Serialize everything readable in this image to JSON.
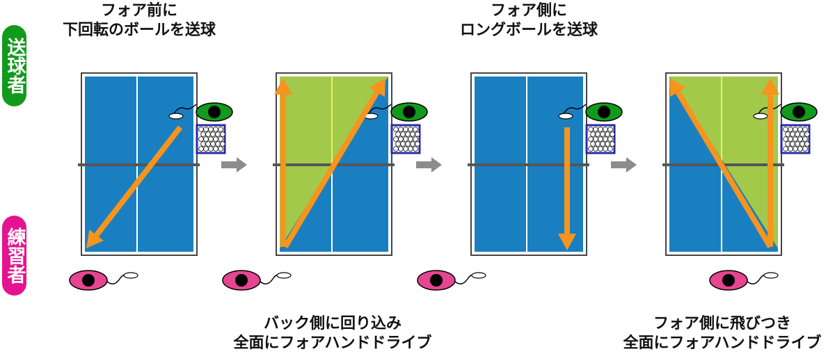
{
  "labels": {
    "server": "送球者",
    "practicer": "練習者"
  },
  "panels": [
    {
      "top_caption": [
        "フォア前に",
        "下回転のボールを送球"
      ],
      "bottom_caption": []
    },
    {
      "top_caption": [],
      "bottom_caption": [
        "バック側に回り込み",
        "全面にフォアハンドドライブ"
      ]
    },
    {
      "top_caption": [
        "フォア側に",
        "ロングボールを送球"
      ],
      "bottom_caption": []
    },
    {
      "top_caption": [],
      "bottom_caption": [
        "フォア側に飛びつき",
        "全面にフォアハンドドライブ"
      ]
    }
  ],
  "colors": {
    "table": "#1a7fc1",
    "coverage": "#a3c94a",
    "arrow": "#f7941d",
    "server": "#129a1c",
    "practicer": "#e5468f",
    "step_arrow": "#8c8c8c"
  }
}
